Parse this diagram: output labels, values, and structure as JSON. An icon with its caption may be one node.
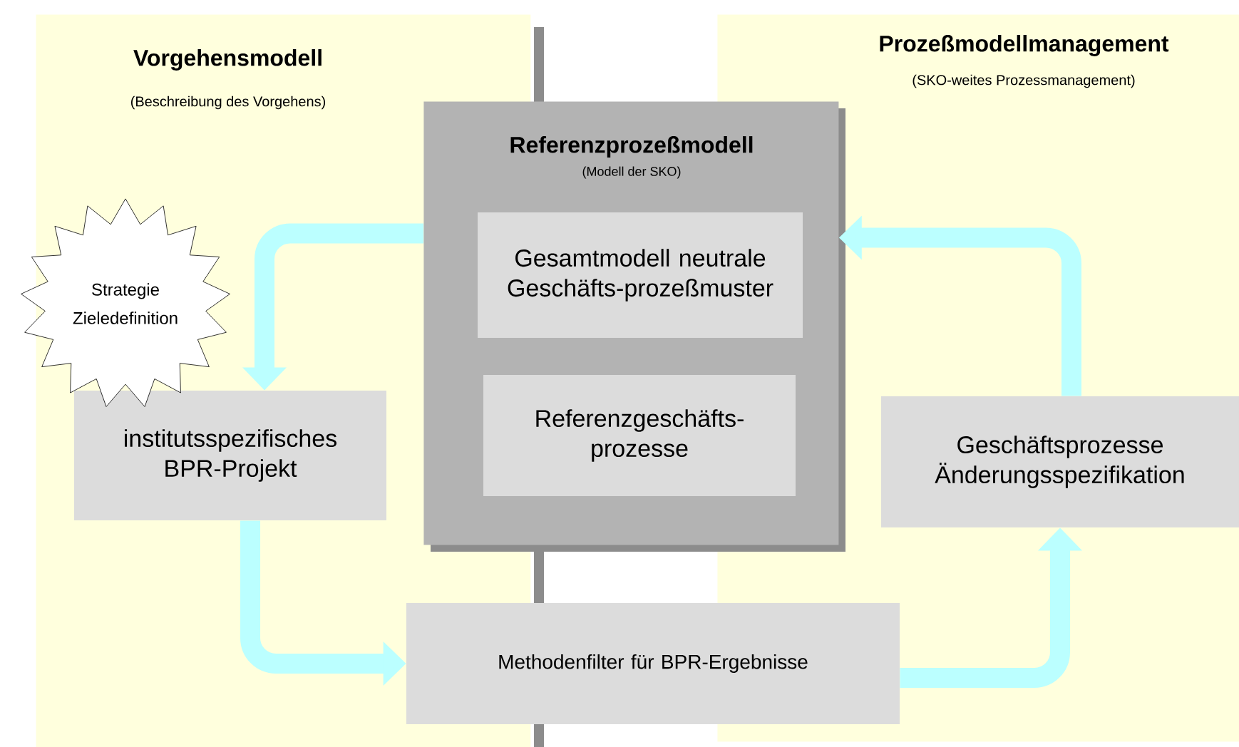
{
  "diagram": {
    "nodes": [
      {
        "text": [
          "Vorgehensmodell",
          "(Beschreibung des Vorgehens)"
        ]
      },
      {
        "text": [
          "Prozeßmodellmanagement",
          "(SKO-weites Prozessmanagement)"
        ]
      },
      {
        "text": [
          "Referenzprozeßmodell",
          "(Modell der SKO)"
        ]
      },
      {
        "text": [
          "Gesamtmodell neutrale Geschäfts-prozeßmuster"
        ],
        "in": 2
      },
      {
        "text": [
          "Referenzgeschäfts-prozesse"
        ],
        "in": 2
      },
      {
        "text": [
          "Strategie Zieledefinition"
        ]
      },
      {
        "text": [
          "institutsspezifisches BPR-Projekt"
        ],
        "in": 0
      },
      {
        "text": [
          "Methodenfilter für BPR-Ergebnisse"
        ]
      },
      {
        "text": [
          "Geschäftsprozesse Änderungsspezifikation"
        ],
        "in": 1
      }
    ],
    "edges": [
      {
        "from": 2,
        "to": 6,
        "arrow": "to"
      },
      {
        "from": 6,
        "to": 7,
        "arrow": "to"
      },
      {
        "from": 7,
        "to": 8,
        "arrow": "to"
      },
      {
        "from": 8,
        "to": 2,
        "arrow": "to"
      }
    ]
  }
}
